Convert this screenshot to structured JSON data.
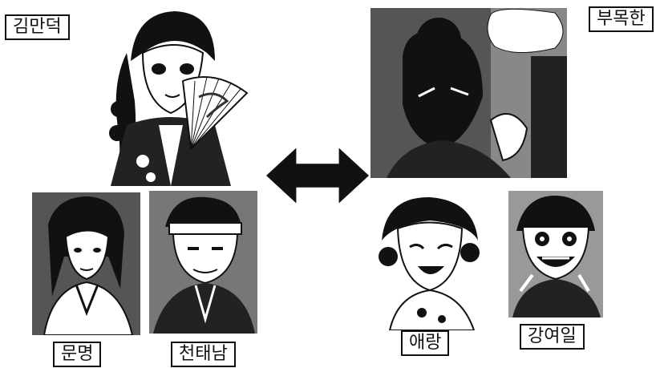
{
  "colors": {
    "ink": "#111111",
    "paper": "#ffffff"
  },
  "left_group": {
    "main": {
      "name": "김만덕",
      "icon": "woman-with-fan-portrait"
    },
    "sub": [
      {
        "name": "문명",
        "icon": "young-man-long-hair-portrait"
      },
      {
        "name": "천태남",
        "icon": "man-with-headband-portrait"
      }
    ]
  },
  "right_group": {
    "main": {
      "name": "부목한",
      "icon": "shadowed-man-portrait"
    },
    "sub": [
      {
        "name": "애랑",
        "icon": "woman-laughing-portrait"
      },
      {
        "name": "강여일",
        "icon": "clown-man-portrait"
      }
    ]
  },
  "relation_icon": "double-headed-arrow-icon"
}
